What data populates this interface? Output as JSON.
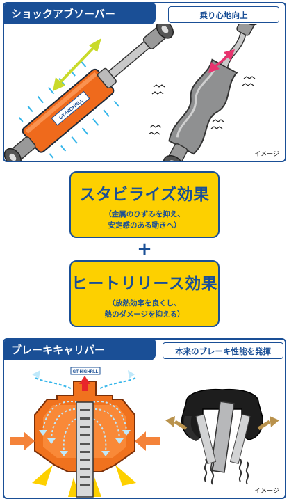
{
  "shock_panel": {
    "title": "ショックアブソーバー",
    "subtitle": "乗り心地向上",
    "image_note": "イメージ",
    "label_text": "GT-HIGHRLL"
  },
  "stabilize": {
    "title": "スタビライズ効果",
    "desc_line1": "（金属のひずみを抑え、",
    "desc_line2": "安定感のある動きへ）"
  },
  "plus_sign": "+",
  "heat_release": {
    "title": "ヒートリリース効果",
    "desc_line1": "（放熱効率を良くし、",
    "desc_line2": "熱のダメージを抑える）"
  },
  "caliper_panel": {
    "title": "ブレーキキャリパー",
    "subtitle": "本来のブレーキ性能を発揮",
    "image_note": "イメージ",
    "label_text": "GT-HIGHRLL"
  },
  "colors": {
    "navy": "#1a4f96",
    "yellow": "#fdd000",
    "orange": "#ef6a1c",
    "light_blue": "#35b6ea",
    "gray": "#8f9091",
    "pink": "#e8336e",
    "lime": "#c9da2a"
  }
}
